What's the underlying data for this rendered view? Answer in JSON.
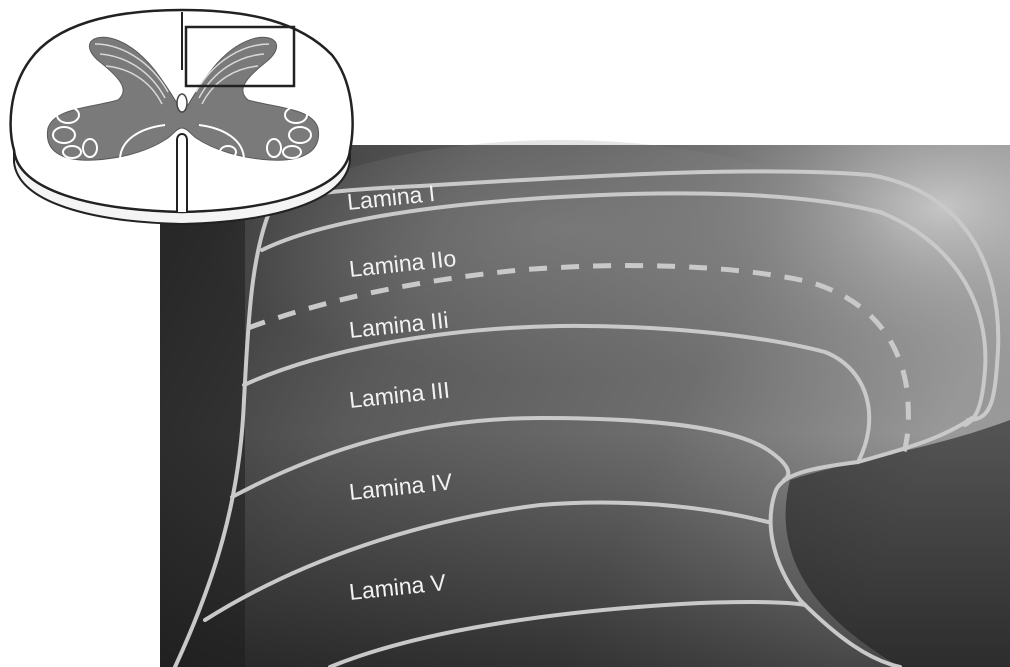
{
  "figure": {
    "labels": {
      "lamina_1": "Lamina I",
      "lamina_2o": "Lamina IIo",
      "lamina_2i": "Lamina IIi",
      "lamina_3": "Lamina III",
      "lamina_4": "Lamina IV",
      "lamina_5": "Lamina V"
    },
    "colors": {
      "micrograph_dark": "#262626",
      "micrograph_light": "#a8a8a8",
      "boundary_line": "#c9c9c9",
      "label_text": "#f2f2f2",
      "schematic_gray_matter": "#7a7a7a",
      "schematic_outline": "#222222"
    },
    "inset": {
      "description_icon": "spinal-cord-cross-section-icon",
      "highlight": "dorsal-horn-box"
    }
  }
}
